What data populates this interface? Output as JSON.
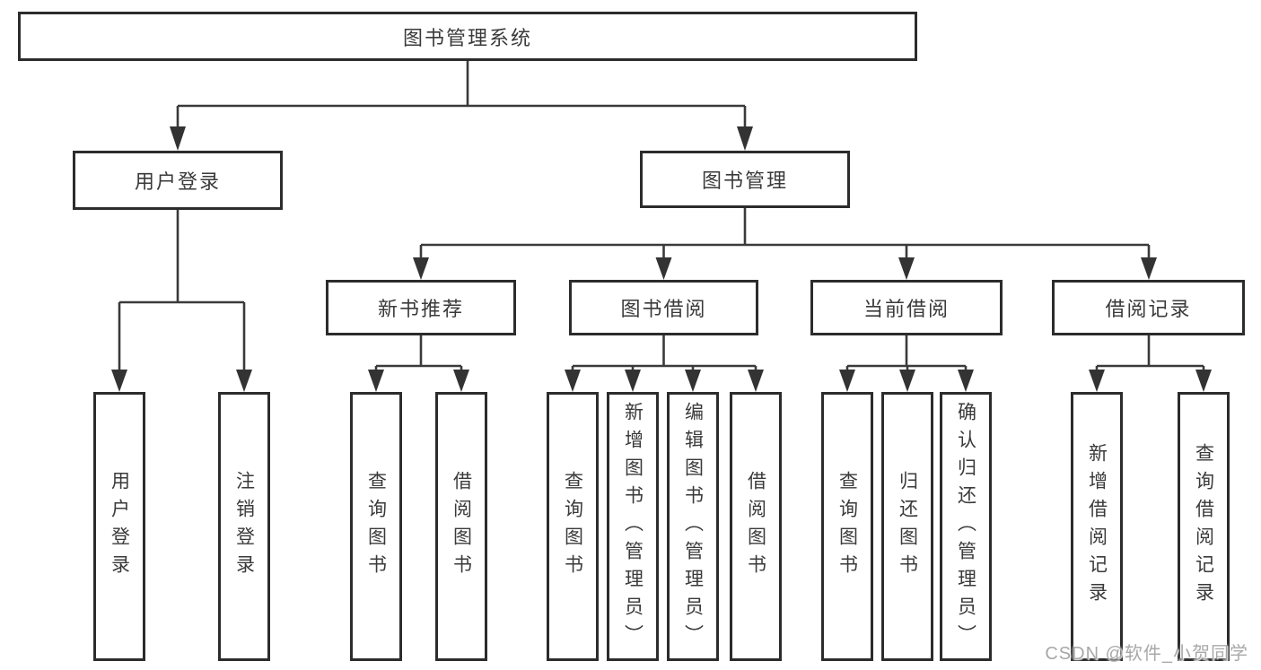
{
  "root": {
    "label": "图书管理系统"
  },
  "branches": [
    {
      "label": "用户登录",
      "children": [
        {
          "label": "用户登录"
        },
        {
          "label": "注销登录"
        }
      ]
    },
    {
      "label": "图书管理",
      "children": [
        {
          "label": "新书推荐",
          "children": [
            {
              "label": "查询图书"
            },
            {
              "label": "借阅图书"
            }
          ]
        },
        {
          "label": "图书借阅",
          "children": [
            {
              "label": "查询图书"
            },
            {
              "label": "新增图书（管理员）"
            },
            {
              "label": "编辑图书（管理员）"
            },
            {
              "label": "借阅图书"
            }
          ]
        },
        {
          "label": "当前借阅",
          "children": [
            {
              "label": "查询图书"
            },
            {
              "label": "归还图书"
            },
            {
              "label": "确认归还（管理员）"
            }
          ]
        },
        {
          "label": "借阅记录",
          "children": [
            {
              "label": "新增借阅记录"
            },
            {
              "label": "查询借阅记录"
            }
          ]
        }
      ]
    }
  ],
  "watermark": "CSDN @软件_小贺同学",
  "colors": {
    "line": "#3a3a3a",
    "border": "#2c2c2c",
    "text": "#3a3a3a",
    "watermark": "#a8a8a8",
    "background": "#ffffff"
  }
}
